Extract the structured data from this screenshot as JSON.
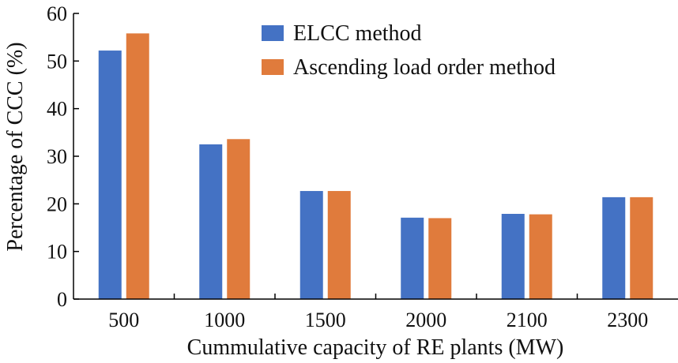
{
  "chart_data": {
    "type": "bar",
    "categories": [
      "500",
      "1000",
      "1500",
      "2000",
      "2100",
      "2300"
    ],
    "series": [
      {
        "name": "ELCC method",
        "color": "#4472c4",
        "values": [
          52.2,
          32.5,
          22.7,
          17.1,
          17.9,
          21.4
        ]
      },
      {
        "name": "Ascending load order method",
        "color": "#e07b3c",
        "values": [
          55.8,
          33.6,
          22.7,
          17.0,
          17.8,
          21.4
        ]
      }
    ],
    "title": "",
    "xlabel": "Cummulative capacity of RE plants (MW)",
    "ylabel": "Percentage of CCC (%)",
    "ylim": [
      0,
      60
    ],
    "yticks": [
      0,
      10,
      20,
      30,
      40,
      50,
      60
    ],
    "grid": false,
    "legend_position": "top-right"
  }
}
